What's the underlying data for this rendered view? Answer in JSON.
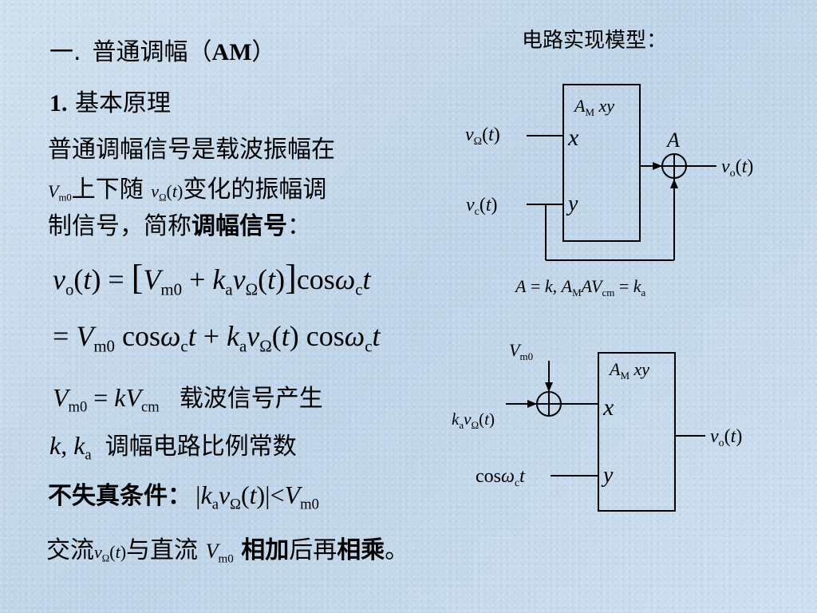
{
  "title": {
    "index": "一.",
    "text": "普通调幅（",
    "abbr": "AM",
    "close": "）"
  },
  "section": {
    "number": "1.",
    "text": "基本原理"
  },
  "intro": {
    "line1": "普通调幅信号是载波振幅在",
    "line2_after_var": "上下随",
    "line2_tail": "变化的振幅调",
    "line3_a": "制信号，简称",
    "line3_bold": "调幅信号",
    "line3_colon": "："
  },
  "notes": {
    "carrier": "载波信号产生",
    "constants": "调幅电路比例常数",
    "no_distortion": "不失真条件",
    "no_distortion_colon": "：",
    "last_a": "交流",
    "last_b": "与直流",
    "last_bold1": "相加",
    "last_c": "后再",
    "last_bold2": "相乘",
    "last_end": "。"
  },
  "diagram": {
    "title": "电路实现模型：",
    "mult_label": "A",
    "mult_sub": "M",
    "mult_xy": "xy",
    "x": "x",
    "y": "y",
    "adder_gain": "A",
    "formula": "A = k, A",
    "formula_sub": "M",
    "formula_tail": "AV",
    "formula_cm": "cm",
    "formula_eq": " = k",
    "formula_a": "a"
  }
}
